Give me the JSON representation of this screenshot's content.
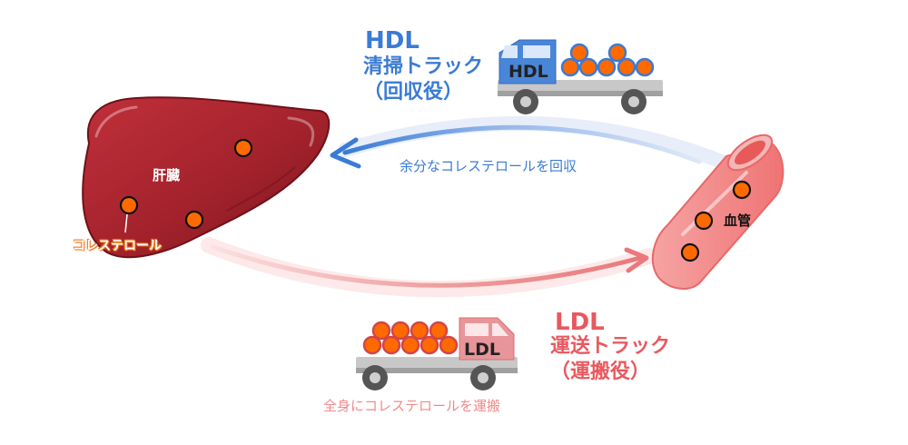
{
  "hdl": {
    "title": "HDL",
    "role_line1": "清掃トラック",
    "role_line2": "（回収役）",
    "truck_label": "HDL",
    "caption": "余分なコレステロールを回収",
    "color": "#3a7bd5",
    "truck_color": "#4a86d8"
  },
  "ldl": {
    "title": "LDL",
    "role_line1": "運送トラック",
    "role_line2": "（運搬役）",
    "truck_label": "LDL",
    "caption": "全身にコレステロールを運搬",
    "color": "#e8595f",
    "truck_color": "#e8959a"
  },
  "liver": {
    "label": "肝臓",
    "color": "#9b1f28"
  },
  "cholesterol": {
    "label": "コレステロール",
    "color": "#ff6a00"
  },
  "vessel": {
    "label": "血管",
    "color": "#f28a8a"
  }
}
